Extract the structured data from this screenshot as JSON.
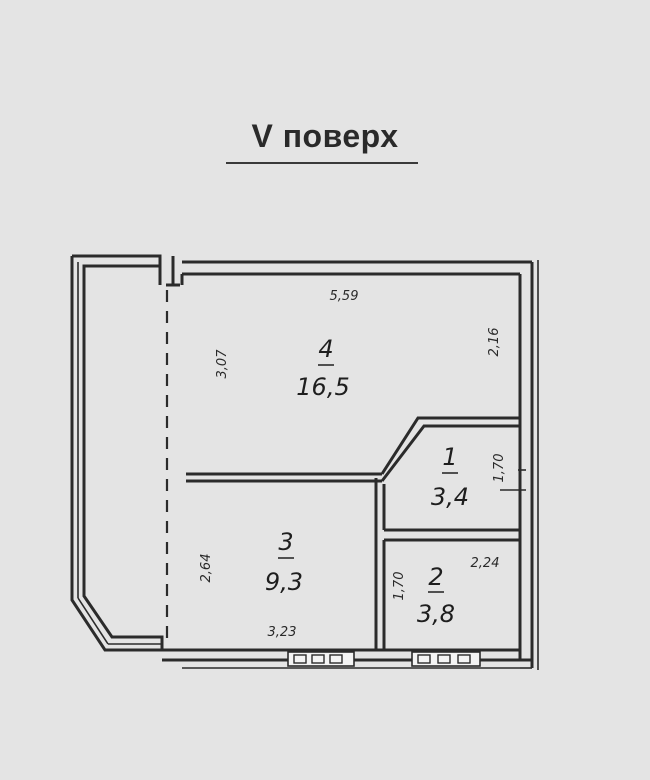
{
  "title": "V поверх",
  "rooms": [
    {
      "number": "4",
      "area": "16,5"
    },
    {
      "number": "1",
      "area": "3,4"
    },
    {
      "number": "3",
      "area": "9,3"
    },
    {
      "number": "2",
      "area": "3,8"
    }
  ],
  "dimensions": {
    "top_width": "5,59",
    "left_height_room4": "3,07",
    "right_height_room4": "2,16",
    "room1_height": "1,70",
    "room3_height": "2,64",
    "room3_width": "3,23",
    "room2_height": "1,70",
    "room2_width": "2,24"
  }
}
